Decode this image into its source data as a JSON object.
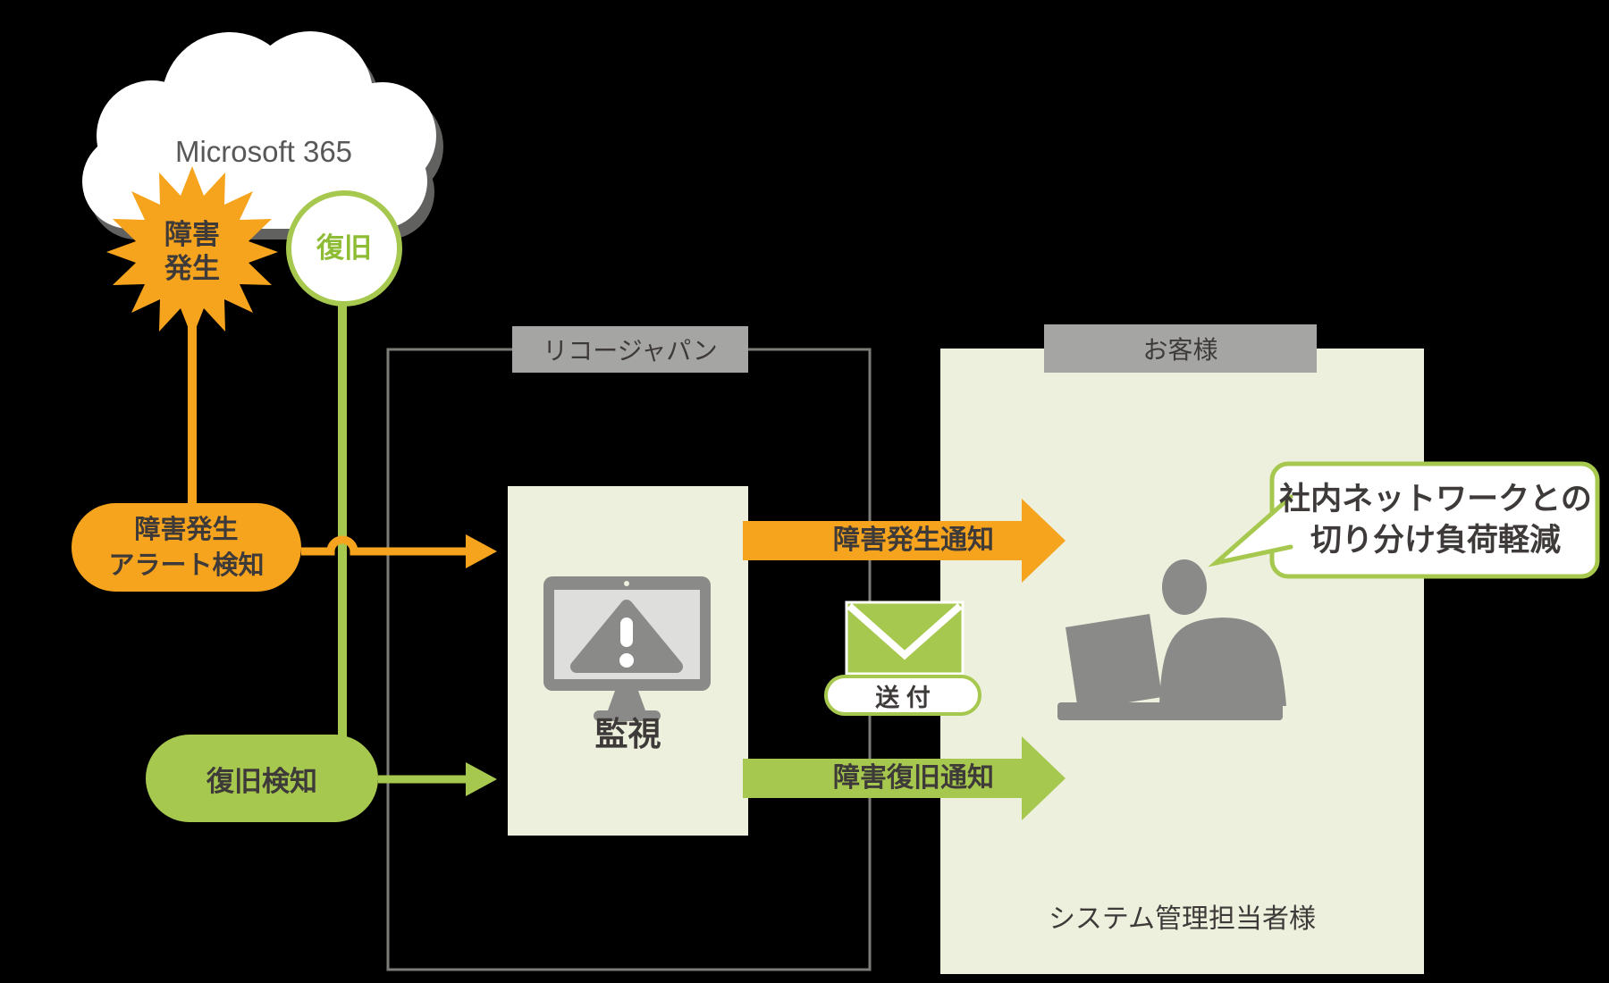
{
  "colors": {
    "orange": "#F6A41E",
    "green": "#A7C84E",
    "green_text": "#8FBC35",
    "panel_green": "#EDF0DC",
    "label_gray": "#A5A5A3",
    "border_gray": "#7C7C79",
    "silhouette_gray": "#8A8A88",
    "text_dark": "#3E3A39",
    "cloud_text_gray": "#595757",
    "background": "#000000"
  },
  "cloud": {
    "label": "Microsoft 365"
  },
  "failure_burst": {
    "lines": [
      "障害",
      "発生"
    ]
  },
  "recovery_badge": {
    "label": "復旧"
  },
  "failure_alert_pill": {
    "lines": [
      "障害発生",
      "アラート検知"
    ]
  },
  "recovery_pill": {
    "label": "復旧検知"
  },
  "ricoh_section": {
    "label": "リコージャパン"
  },
  "monitoring": {
    "label": "監視"
  },
  "arrows": {
    "failure_notice": "障害発生通知",
    "recovery_notice": "障害復旧通知"
  },
  "mail": {
    "label": "送 付"
  },
  "customer_section": {
    "label": "お客様",
    "person_label": "システム管理担当者様"
  },
  "speech_bubble": {
    "lines": [
      "社内ネットワークとの",
      "切り分け負荷軽減"
    ]
  }
}
